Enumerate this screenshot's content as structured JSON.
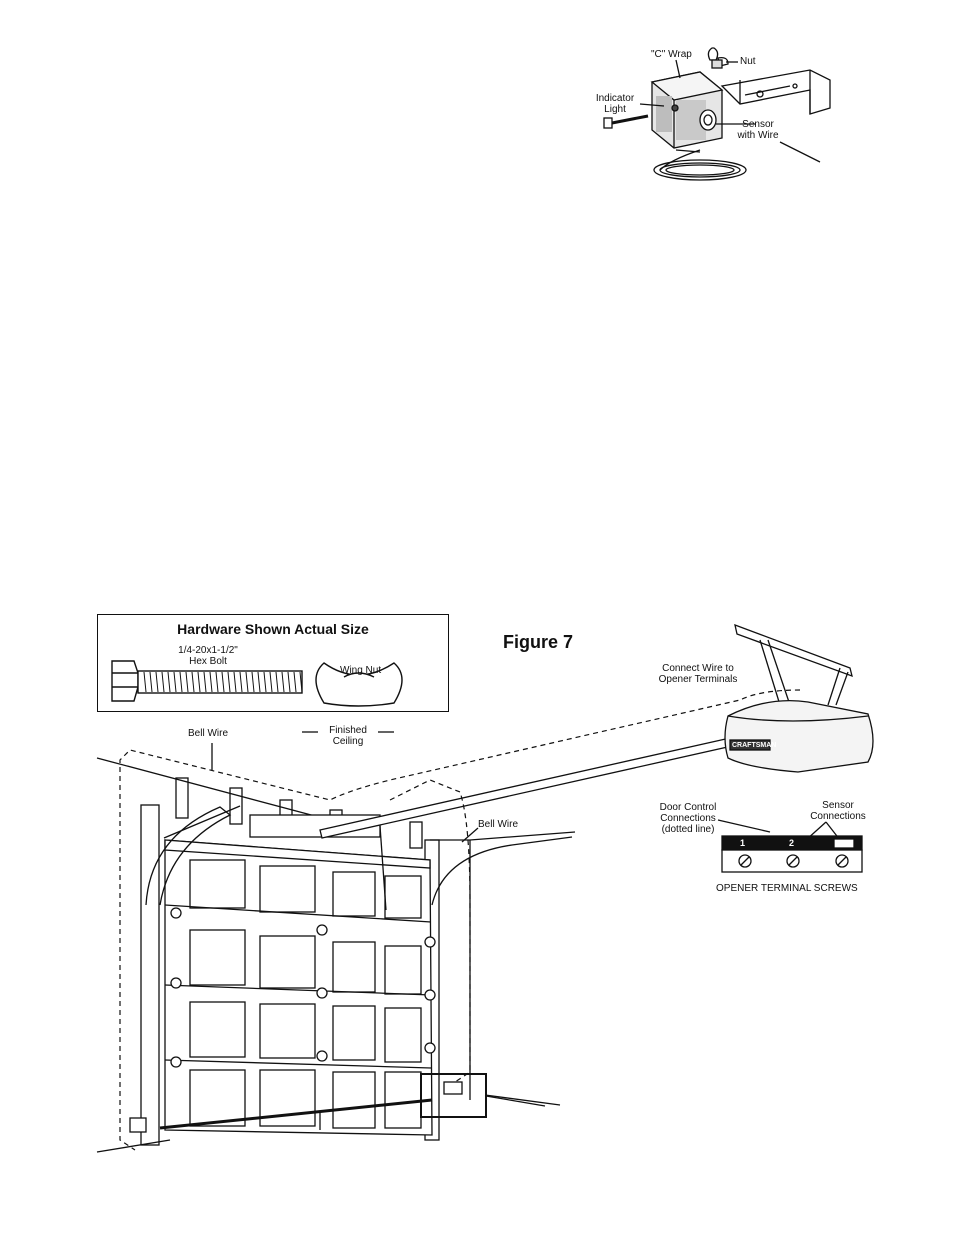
{
  "top_figure": {
    "c_wrap": "\"C\" Wrap",
    "nut": "Nut",
    "indicator_light": "Indicator\nLight",
    "sensor_with_wire": "Sensor\nwith Wire"
  },
  "hardware": {
    "title": "Hardware Shown Actual Size",
    "bolt_label": "1/4-20x1-1/2\"\nHex Bolt",
    "wing_nut": "Wing Nut"
  },
  "figure": {
    "title": "Figure 7",
    "connect_wire": "Connect Wire to\nOpener Terminals",
    "bell_wire_left": "Bell Wire",
    "finished_ceiling": "Finished\nCeiling",
    "bell_wire_right": "Bell Wire",
    "door_control": "Door Control\nConnections\n(dotted line)",
    "sensor_connections": "Sensor\nConnections",
    "terminal_screws": "OPENER TERMINAL SCREWS",
    "terminal_1": "1",
    "terminal_2": "2",
    "brand": "CRAFTSMAN"
  }
}
